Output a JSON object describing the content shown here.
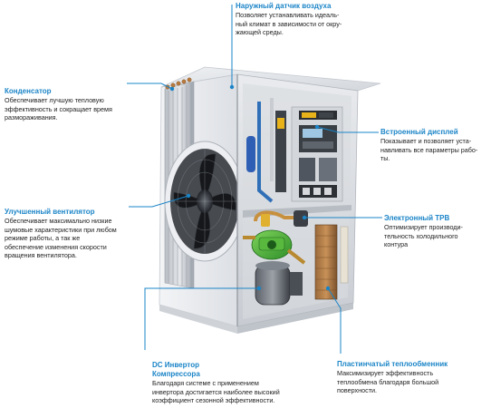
{
  "colors": {
    "accent": "#1a84c7",
    "text": "#222222"
  },
  "callouts": {
    "air_sensor": {
      "title": "Наружный датчик воздуха",
      "desc": "Позволяет устанавливать идеаль-\nный климат в зависимости от окру-\nжающей среды."
    },
    "condenser": {
      "title": "Конденсатор",
      "desc": "Обеспечивает лучшую тепловую\nэффективность и сокращает время\nразмораживания."
    },
    "display": {
      "title": "Встроенный дисплей",
      "desc": "Показывает и позволяет уста-\nнавливать все параметры рабо-\nты."
    },
    "fan": {
      "title": "Улучшенный вентилятор",
      "desc": "Обеспечивает максимально низкие\nшумовые характеристики при любом\nрежиме работы,  а так же\nобеспечение изменения скорости\nвращения вентилятора."
    },
    "trv": {
      "title": "Электронный ТРВ",
      "desc": "Оптимизирует производи-\nтельность холодильного\nконтура"
    },
    "compressor": {
      "title": "DC  Инвертор\nКомпрессора",
      "desc": "Благодаря системе с применением\nинвертора достигается наиболее высокий\nкоэффициент сезонной эффективности."
    },
    "exchanger": {
      "title": "Пластинчатый теплообменник",
      "desc": "Максимизирует эффективность\nтеплообмена благодаря большой\nповерхности."
    }
  }
}
